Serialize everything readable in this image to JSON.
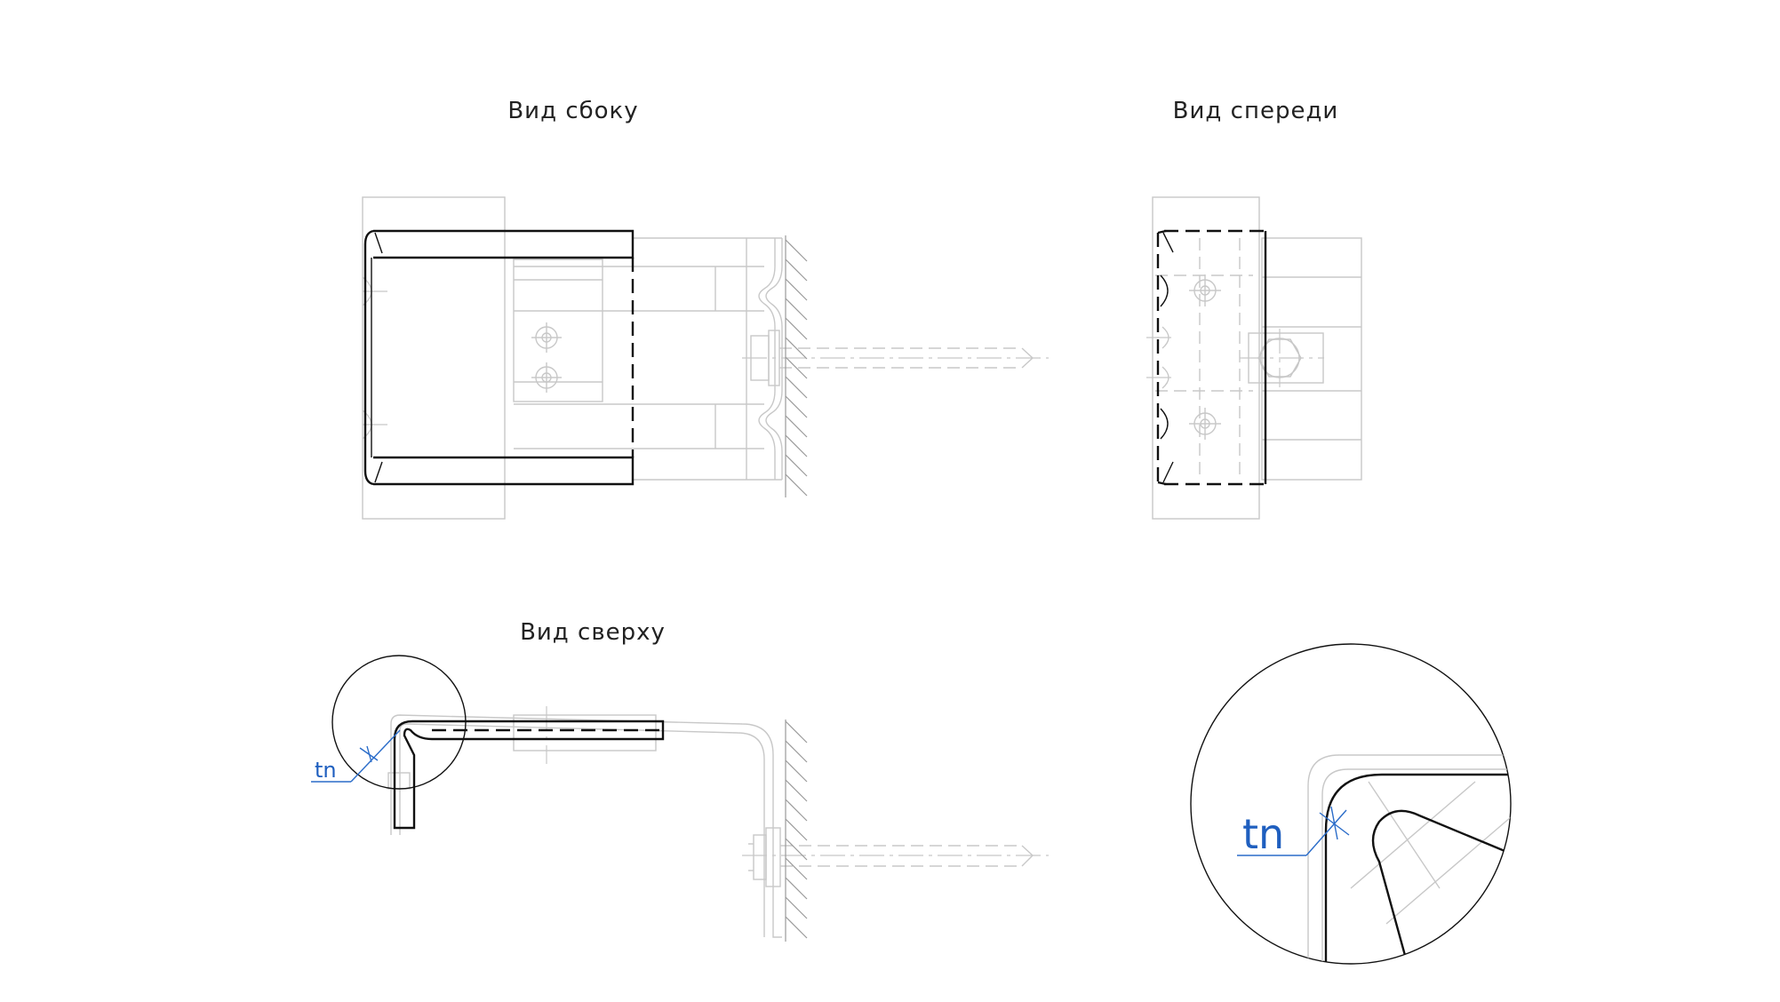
{
  "views": {
    "side": {
      "title": "Вид сбоку"
    },
    "front": {
      "title": "Вид спереди"
    },
    "top": {
      "title": "Вид сверху"
    }
  },
  "callouts": {
    "thickness_label": "tn",
    "detail_thickness_label": "tn"
  },
  "colors": {
    "outline": "#111111",
    "hidden_geometry": "#c8c8c8",
    "dimension": "#2a6cc9"
  }
}
